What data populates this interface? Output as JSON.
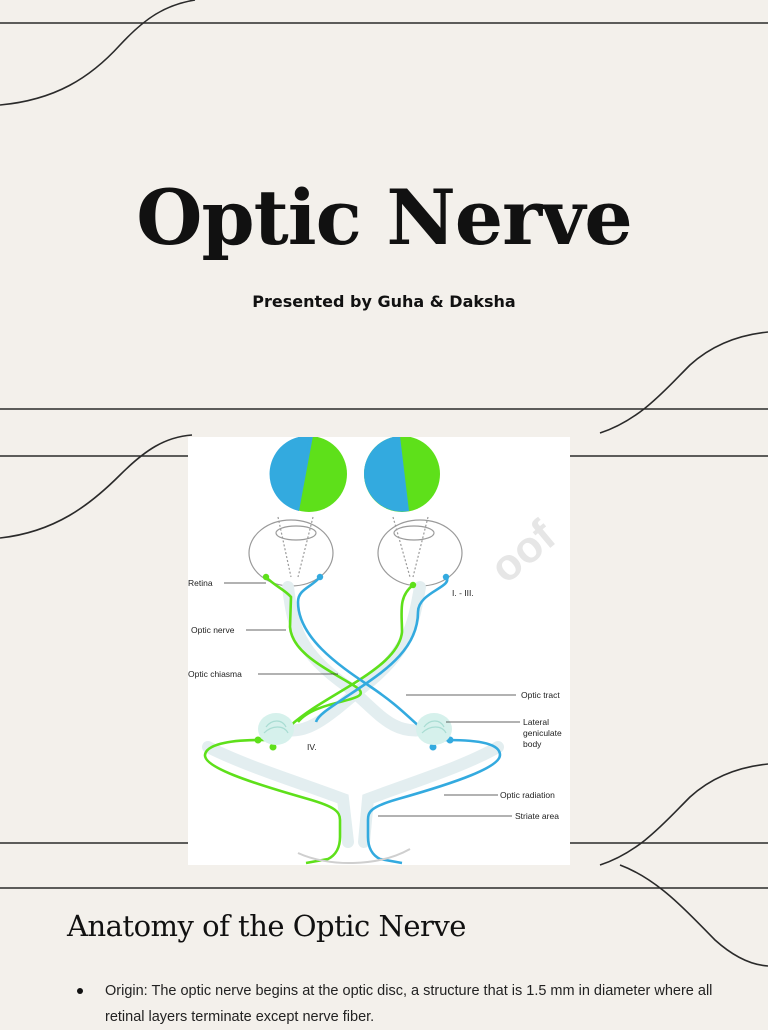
{
  "title": "Optic Nerve",
  "subtitle": "Presented by Guha & Daksha",
  "figure": {
    "labels": {
      "retina": "Retina",
      "optic_nerve": "Optic nerve",
      "optic_chiasma": "Optic chiasma",
      "optic_tract": "Optic tract",
      "lateral_geniculate_1": "Lateral",
      "lateral_geniculate_2": "geniculate",
      "lateral_geniculate_3": "body",
      "optic_radiation": "Optic radiation",
      "striate_area": "Striate area",
      "marker_1_3": "I. - III.",
      "marker_4": "IV.",
      "watermark": "oof"
    },
    "colors": {
      "left_field": "#33aadf",
      "right_field": "#5ee01a",
      "line": "#222222"
    }
  },
  "section_heading": "Anatomy of the Optic Nerve",
  "bullets": [
    "Origin: The optic nerve begins at the optic disc, a structure that is 1.5 mm in diameter where all retinal layers terminate except nerve fiber."
  ]
}
